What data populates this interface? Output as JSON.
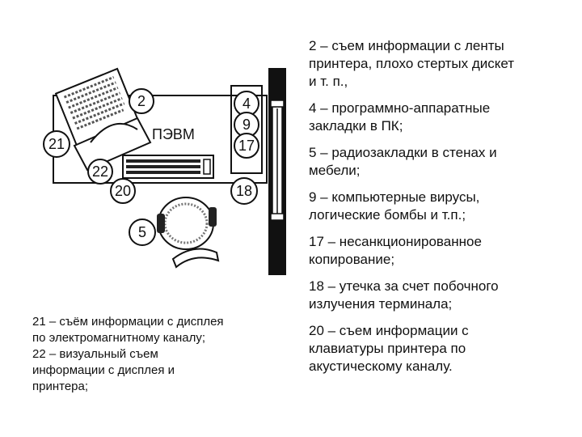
{
  "labels": {
    "pc": "ПЭВМ",
    "n2": "2",
    "n4": "4",
    "n9": "9",
    "n17": "17",
    "n21": "21",
    "n22": "22",
    "n20": "20",
    "n18": "18",
    "n5": "5"
  },
  "legend_right": [
    "2 – съем информации с ленты\nпринтера, плохо стертых дискет\nи т. п.,",
    "4 – программно-аппаратные\nзакладки в ПК;",
    "5 – радиозакладки в стенах и\nмебели;",
    "9 – компьютерные вирусы,\nлогические бомбы и т.п.;",
    "17 – несанкционированное\nкопирование;",
    "18 – утечка за счет побочного\nизлучения терминала;",
    "20 – съем информации с\nклавиатуры принтера по\nакустическому каналу."
  ],
  "legend_left": "21 – съём информации с дисплея\nпо электромагнитному каналу;\n22 – визуальный съем\nинформации с дисплея и\nпринтера;"
}
